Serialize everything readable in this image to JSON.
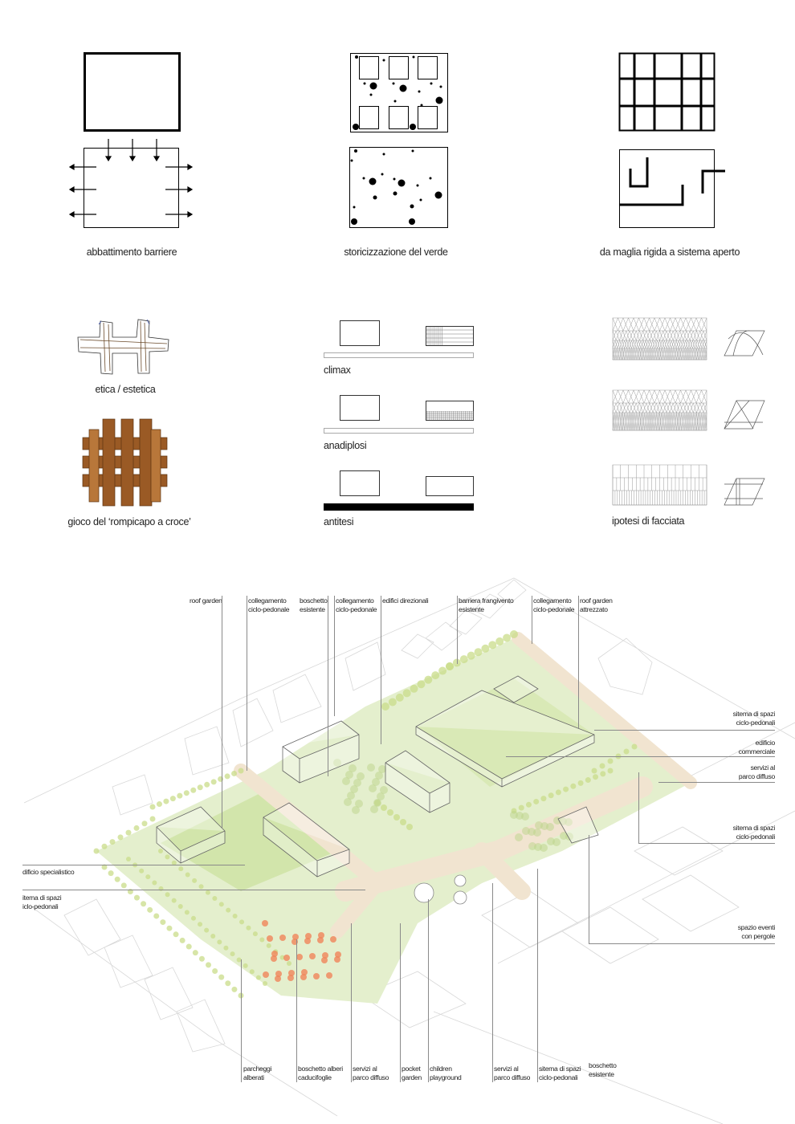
{
  "concepts": {
    "abbattimento": "abbattimento  barriere",
    "storicizzazione": "storicizzazione del verde",
    "maglia": "da maglia rigida a sistema aperto",
    "etica": "etica / estetica",
    "gioco": "gioco del ‘rompicapo a croce’",
    "climax": "climax",
    "anadiplosi": "anadiplosi",
    "antitesi": "antitesi",
    "facciata": "ipotesi di facciata"
  },
  "axon": {
    "top": [
      "roof garden",
      "collegamento\nciclo-pedonale",
      "boschetto\nesistente",
      "collegamento\nciclo-pedonale",
      "edifici direzionali",
      "barriera frangivento\nesistente",
      "collegamento\nciclo-pedonale",
      "roof garden\nattrezzato"
    ],
    "right": [
      "sitema di spazi\nciclo-pedonali",
      "edificio\ncommerciale",
      "servizi al\nparco diffuso",
      "sitema di spazi\nciclo-pedonali",
      "spazio eventi\ncon pergole"
    ],
    "left": [
      "dificio specialistico",
      "itema di spazi\niclo-pedonali"
    ],
    "bottom": [
      "parcheggi\nalberati",
      "boschetto alberi\ncaducifoglie",
      "servizi al\nparco diffuso",
      "pocket\ngarden",
      "children\nplayground",
      "servizi al\nparco diffuso",
      "sitema di spazi\nciclo-pedonali",
      "boschetto\nesistente"
    ]
  },
  "colors": {
    "green": "#dbe9b8",
    "path": "#f3e6d2",
    "tree": "#c9dc8a",
    "orange": "#f0855a",
    "wood": "#9a5a25"
  }
}
